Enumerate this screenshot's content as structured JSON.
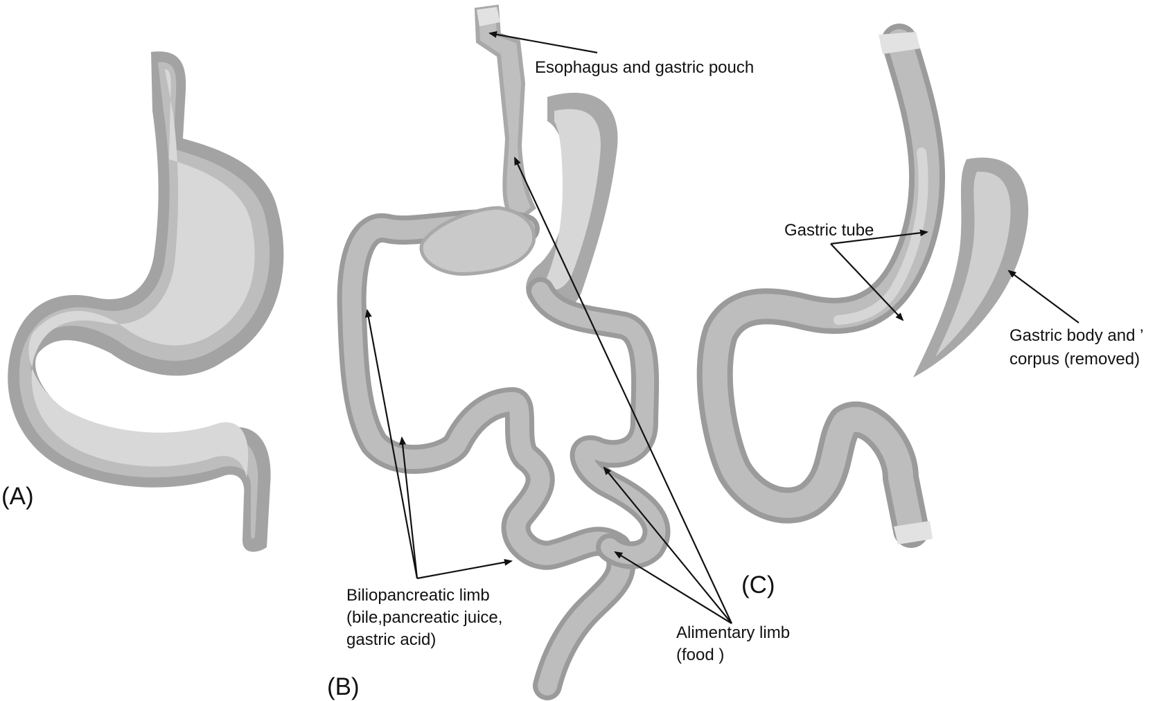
{
  "panels": {
    "a": {
      "label": "(A)"
    },
    "b": {
      "label": "(B)"
    },
    "c": {
      "label": "(C)"
    }
  },
  "annotations": {
    "esophagus": "Esophagus and gastric pouch",
    "biliopancreatic": [
      "Biliopancreatic limb",
      "(bile,pancreatic juice,",
      "gastric acid)"
    ],
    "alimentary": [
      "Alimentary limb",
      "(food )"
    ],
    "gastric_tube": "Gastric tube",
    "gastric_body": [
      "Gastric body and ’",
      "corpus (removed)"
    ]
  },
  "colors": {
    "organ_outer": "#9b9b9b",
    "organ_mid": "#bdbdbd",
    "organ_inner": "#d6d6d6",
    "ink": "#111111"
  }
}
